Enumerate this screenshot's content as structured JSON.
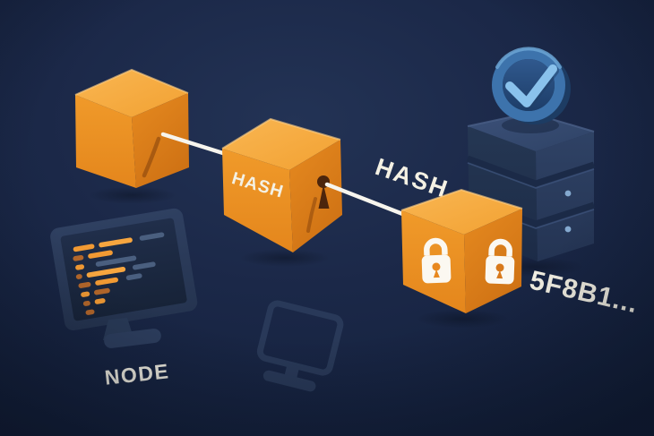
{
  "labels": {
    "cube2_face": "HASH",
    "floating_hash": "HASH",
    "node_caption": "NODE",
    "hash_value": "5F8B1..."
  },
  "icons": [
    "block-cube-icon",
    "keyhole-icon",
    "padlock-icon",
    "verified-check-badge-icon",
    "server-stack-icon",
    "node-monitor-icon",
    "code-lines-icon",
    "ghost-monitor-icon",
    "hash-link-line"
  ],
  "palette": {
    "bg_center": "#233355",
    "bg_mid": "#1b2848",
    "bg_edge": "#121f3a",
    "cube_top": "#f6ab40",
    "cube_left": "#ef9526",
    "cube_right": "#e0811c",
    "edge_highlight": "#ffd084",
    "line_white": "#f7f5ee",
    "text_white": "#f4f1e4",
    "keyhole_dark": "#4c250c",
    "lock_white": "#fbf8f1",
    "server_top": "#364a71",
    "server_left": "#22334f",
    "server_right": "#2b3d5f",
    "server_groove": "#1b2a47",
    "server_dot": "#84a9cf",
    "badge_ring": "#3d73ac",
    "badge_ring_light": "#6ba4d4",
    "badge_check": "#8ac2ec",
    "monitor_frame": "#2d3e5e",
    "monitor_screen": "#1b2940",
    "code_orange": "#f29a33",
    "code_orange_bright": "#f7a63f",
    "code_orange_dark": "#b4672a",
    "code_blue": "#4a5f7f",
    "ghost_outline": "#2b3c5b"
  },
  "node_monitor": {
    "code_rows": [
      {
        "indent": 2,
        "segments": [
          {
            "c": "code_orange",
            "w": 24
          },
          {
            "c": "code_orange_bright",
            "w": 38
          },
          {
            "c": "code_blue",
            "w": 28,
            "g": 3
          }
        ]
      },
      {
        "indent": 0,
        "segments": [
          {
            "c": "code_orange_dark",
            "w": 12
          },
          {
            "c": "code_orange",
            "w": 28
          }
        ]
      },
      {
        "indent": 1,
        "segments": [
          {
            "c": "code_orange",
            "w": 10
          },
          {
            "c": "code_blue",
            "w": 46,
            "g": 8
          }
        ]
      },
      {
        "indent": 0,
        "segments": [
          {
            "c": "code_orange_dark",
            "w": 7
          },
          {
            "c": "code_orange_bright",
            "w": 44
          },
          {
            "c": "code_blue",
            "w": 26,
            "g": 3
          }
        ]
      },
      {
        "indent": 1,
        "segments": [
          {
            "c": "code_orange_dark",
            "w": 14
          },
          {
            "c": "code_orange",
            "w": 26
          },
          {
            "c": "code_blue",
            "w": 18,
            "g": 4
          }
        ]
      },
      {
        "indent": 2,
        "segments": [
          {
            "c": "code_orange",
            "w": 10
          },
          {
            "c": "code_orange_dark",
            "w": 18
          }
        ]
      },
      {
        "indent": 3,
        "segments": [
          {
            "c": "code_orange_dark",
            "w": 8
          },
          {
            "c": "code_orange",
            "w": 12
          }
        ]
      },
      {
        "indent": 4,
        "segments": [
          {
            "c": "code_orange_dark",
            "w": 10
          }
        ]
      }
    ]
  }
}
